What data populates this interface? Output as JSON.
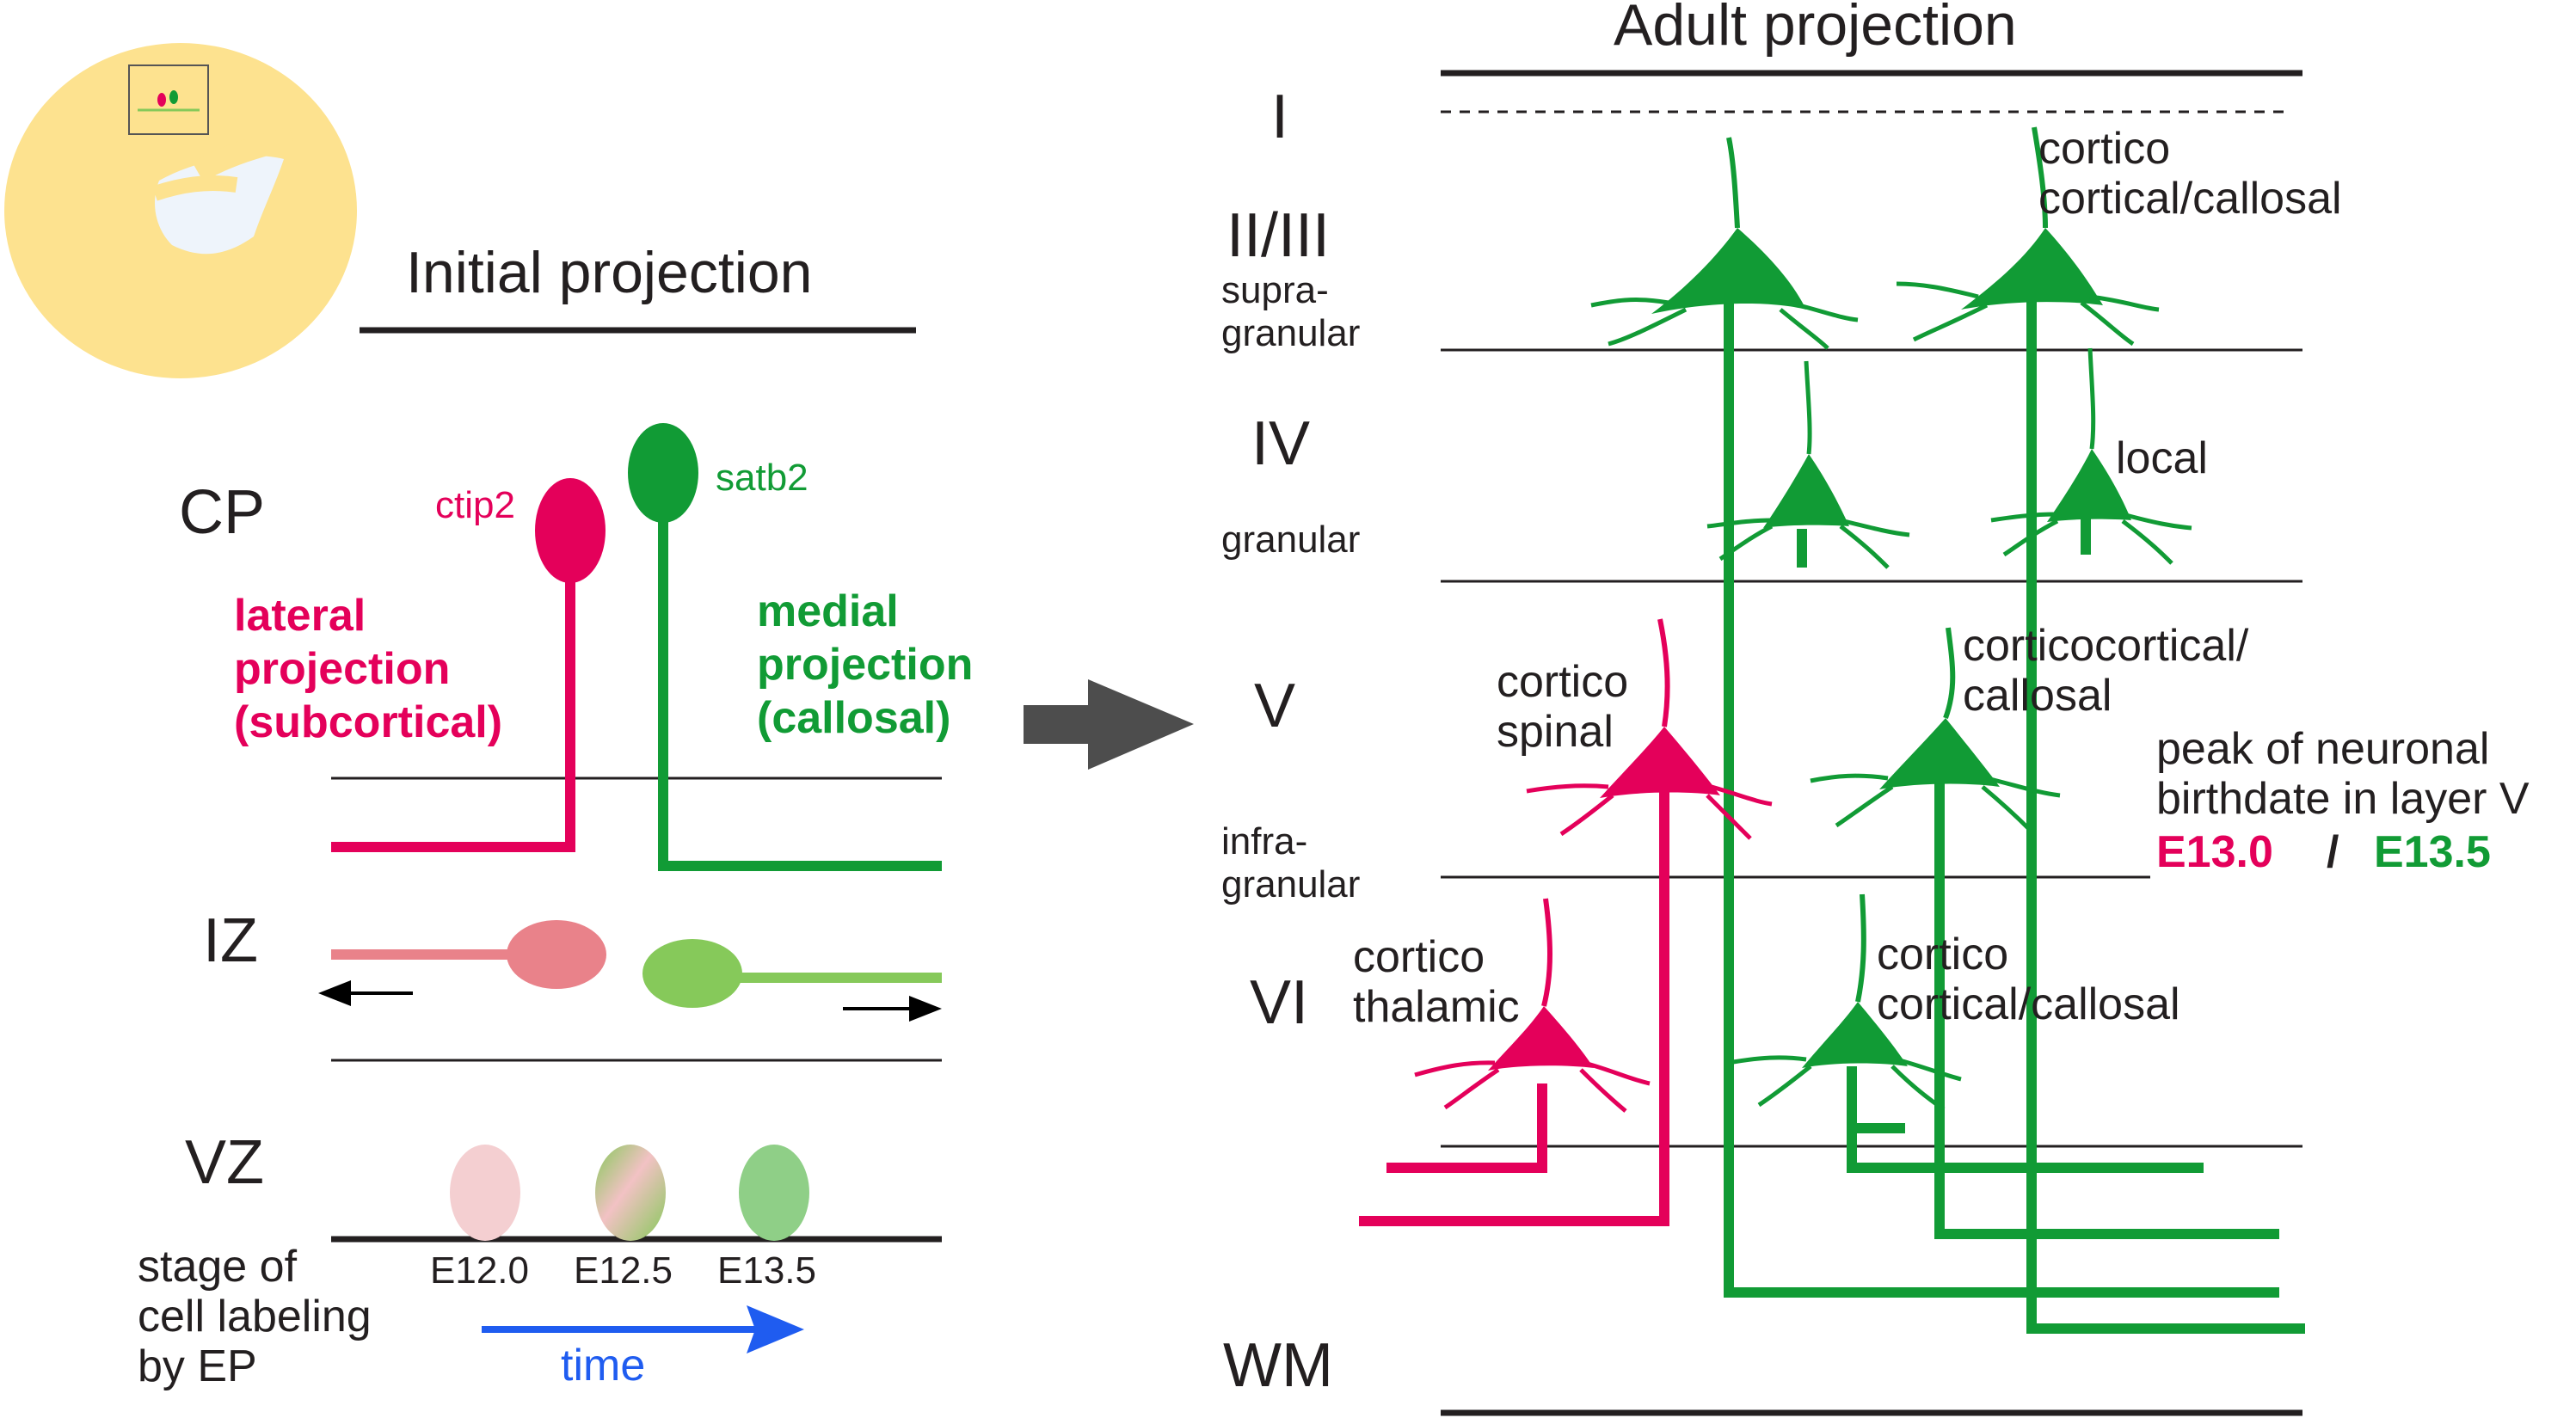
{
  "colors": {
    "magenta": "#e4005a",
    "green": "#119b35",
    "light_red": "#e9828a",
    "light_green": "#86c95a",
    "blue": "#1f5cf0",
    "brain": "#fde28f",
    "arrow_gray": "#4d4d4d"
  },
  "left": {
    "title": "Initial projection",
    "zones": {
      "cp": "CP",
      "iz": "IZ",
      "vz": "VZ"
    },
    "ctip2": "ctip2",
    "satb2": "satb2",
    "lateral": [
      "lateral",
      "projection",
      "(subcortical)"
    ],
    "medial": [
      "medial",
      "projection",
      "(callosal)"
    ],
    "stage_caption": [
      "stage of",
      "cell labeling",
      "by EP"
    ],
    "stages": [
      "E12.0",
      "E12.5",
      "E13.5"
    ],
    "time_label": "time"
  },
  "right": {
    "title": "Adult projection",
    "layers": {
      "l1": "I",
      "l23": "II/III",
      "l4": "IV",
      "l5": "V",
      "l6": "VI",
      "wm": "WM"
    },
    "sublabels": {
      "supra": [
        "supra-",
        "granular"
      ],
      "granular": "granular",
      "infra": [
        "infra-",
        "granular"
      ]
    },
    "annotations": {
      "cc_top": [
        "cortico",
        "cortical/callosal"
      ],
      "local": "local",
      "cc_v": [
        "corticocortical/",
        "callosal"
      ],
      "cortico_spinal": [
        "cortico",
        "spinal"
      ],
      "cortico_thalamic": [
        "cortico",
        "thalamic"
      ],
      "cc_vi": [
        "cortico",
        "cortical/callosal"
      ]
    },
    "peak": {
      "lines": [
        "peak of neuronal",
        "birthdate in layer V"
      ],
      "e130": "E13.0",
      "sep": "/",
      "e135": "E13.5"
    }
  }
}
